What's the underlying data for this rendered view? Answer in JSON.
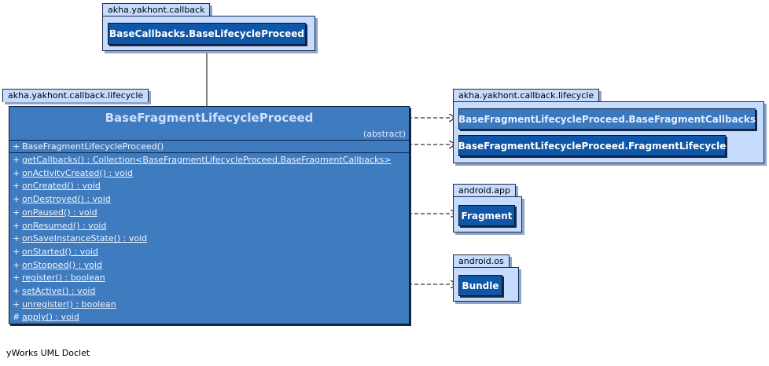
{
  "packages": {
    "callback": {
      "name": "akha.yakhont.callback"
    },
    "lifecycle_main": {
      "name": "akha.yakhont.callback.lifecycle"
    },
    "lifecycle_right": {
      "name": "akha.yakhont.callback.lifecycle"
    },
    "android_app": {
      "name": "android.app"
    },
    "android_os": {
      "name": "android.os"
    }
  },
  "classes": {
    "base_lifecycle_proceed": "BaseCallbacks.BaseLifecycleProceed",
    "base_fragment_callbacks": "BaseFragmentLifecycleProceed.BaseFragmentCallbacks",
    "fragment_lifecycle": "BaseFragmentLifecycleProceed.FragmentLifecycle",
    "fragment": "Fragment",
    "bundle": "Bundle"
  },
  "main_class": {
    "name": "BaseFragmentLifecycleProceed",
    "stereotype": "(abstract)",
    "constructors": [
      {
        "vis": "+",
        "text": "BaseFragmentLifecycleProceed()"
      }
    ],
    "methods": [
      {
        "vis": "+",
        "text": "getCallbacks() : Collection<BaseFragmentLifecycleProceed.BaseFragmentCallbacks>"
      },
      {
        "vis": "+",
        "text": "onActivityCreated() : void"
      },
      {
        "vis": "+",
        "text": "onCreated() : void"
      },
      {
        "vis": "+",
        "text": "onDestroyed() : void"
      },
      {
        "vis": "+",
        "text": "onPaused() : void"
      },
      {
        "vis": "+",
        "text": "onResumed() : void"
      },
      {
        "vis": "+",
        "text": "onSaveInstanceState() : void"
      },
      {
        "vis": "+",
        "text": "onStarted() : void"
      },
      {
        "vis": "+",
        "text": "onStopped() : void"
      },
      {
        "vis": "+",
        "text": "register() : boolean"
      },
      {
        "vis": "+",
        "text": "setActive() : void"
      },
      {
        "vis": "+",
        "text": "unregister() : boolean"
      },
      {
        "vis": "#",
        "text": "apply() : void"
      }
    ]
  },
  "footer": "yWorks UML Doclet",
  "colors": {
    "package_fill": "#c6dcff",
    "class_fill": "#0e56a8",
    "external_class_fill": "#3a78c0",
    "main_class_fill": "#3f7bbf"
  }
}
